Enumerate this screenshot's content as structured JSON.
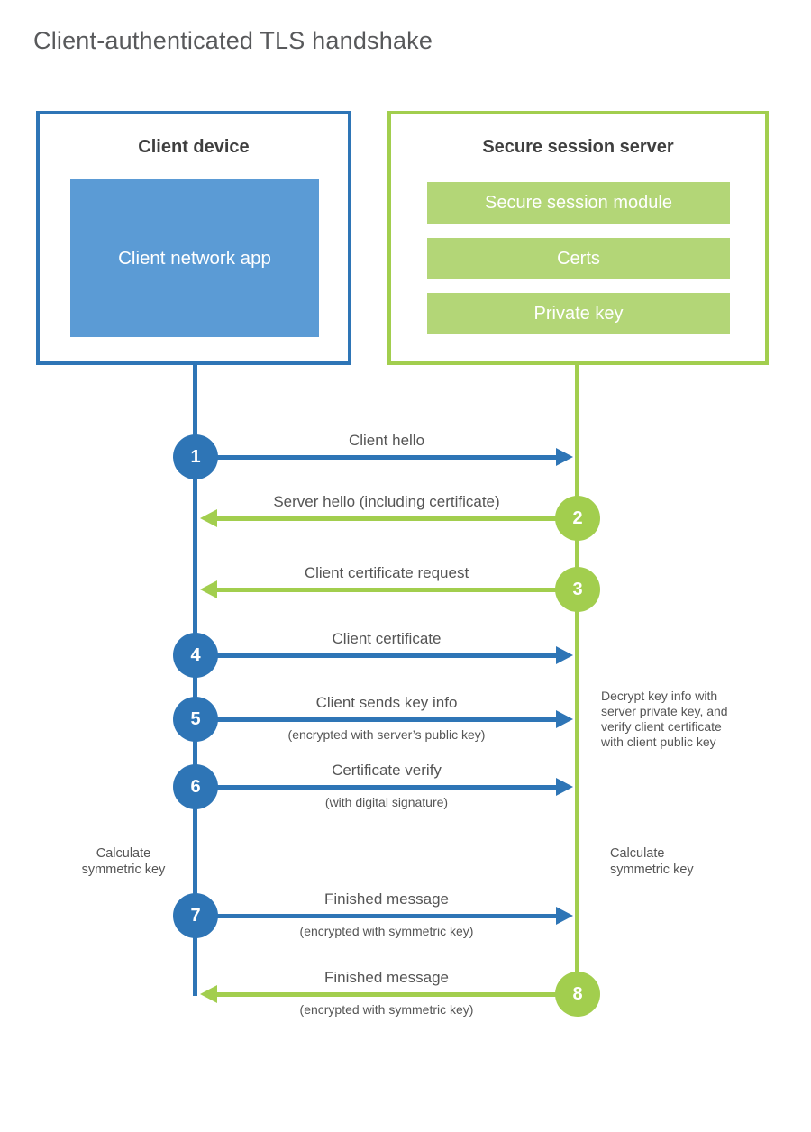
{
  "title": "Client-authenticated TLS handshake",
  "client": {
    "title": "Client device",
    "app_label": "Client network app"
  },
  "server": {
    "title": "Secure session server",
    "modules": [
      "Secure session module",
      "Certs",
      "Private key"
    ]
  },
  "messages": [
    {
      "num": "1",
      "actor": "client",
      "direction": "right",
      "color": "blue",
      "label": "Client hello",
      "sub": ""
    },
    {
      "num": "2",
      "actor": "server",
      "direction": "left",
      "color": "green",
      "label": "Server hello (including certificate)",
      "sub": ""
    },
    {
      "num": "3",
      "actor": "server",
      "direction": "left",
      "color": "green",
      "label": "Client certificate request",
      "sub": ""
    },
    {
      "num": "4",
      "actor": "client",
      "direction": "right",
      "color": "blue",
      "label": "Client certificate",
      "sub": ""
    },
    {
      "num": "5",
      "actor": "client",
      "direction": "right",
      "color": "blue",
      "label": "Client sends key info",
      "sub": "(encrypted with server’s public key)"
    },
    {
      "num": "6",
      "actor": "client",
      "direction": "right",
      "color": "blue",
      "label": "Certificate verify",
      "sub": "(with digital signature)"
    },
    {
      "num": "7",
      "actor": "client",
      "direction": "right",
      "color": "blue",
      "label": "Finished message",
      "sub": "(encrypted with symmetric key)"
    },
    {
      "num": "8",
      "actor": "server",
      "direction": "left",
      "color": "green",
      "label": "Finished message",
      "sub": "(encrypted with symmetric key)"
    }
  ],
  "annotations": {
    "decrypt_note": "Decrypt key info with server private key, and verify client certificate with client public key",
    "calculate_left": "Calculate symmetric key",
    "calculate_right": "Calculate symmetric key"
  },
  "colors": {
    "blue": "#2e75b6",
    "blue_fill": "#5b9bd5",
    "green": "#a2ce4e",
    "green_fill": "#b3d677",
    "label_text": "#555555",
    "heading_text": "#3f3f3f",
    "title_text": "#58595b"
  }
}
